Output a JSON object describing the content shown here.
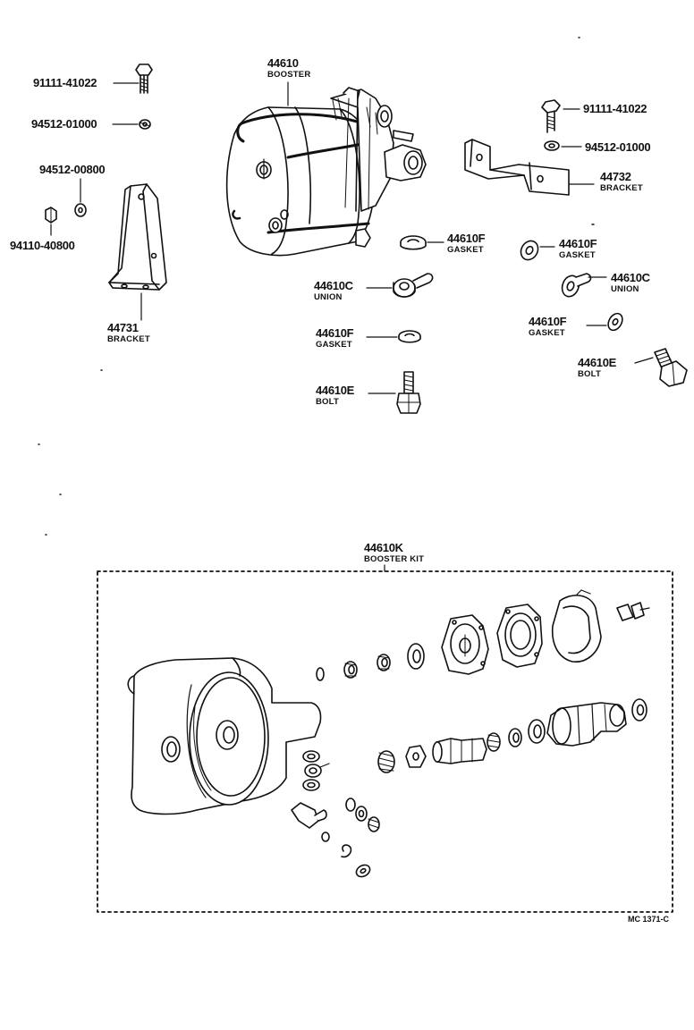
{
  "parts": {
    "booster_no": "44610",
    "booster_name": "BOOSTER",
    "bolt_top_left_no": "91111-41022",
    "washer_top_left_no": "94512-01000",
    "washer_left_no": "94512-00800",
    "nut_left_no": "94110-40800",
    "bracket_left_no": "44731",
    "bracket_left_name": "BRACKET",
    "bolt_top_right_no": "91111-41022",
    "washer_top_right_no": "94512-01000",
    "bracket_right_no": "44732",
    "bracket_right_name": "BRACKET",
    "gasket_mid_upper_no": "44610F",
    "gasket_mid_upper_name": "GASKET",
    "union_mid_no": "44610C",
    "union_mid_name": "UNION",
    "gasket_mid_lower_no": "44610F",
    "gasket_mid_lower_name": "GASKET",
    "bolt_mid_no": "44610E",
    "bolt_mid_name": "BOLT",
    "gasket_right_upper_no": "44610F",
    "gasket_right_upper_name": "GASKET",
    "union_right_no": "44610C",
    "union_right_name": "UNION",
    "gasket_right_lower_no": "44610F",
    "gasket_right_lower_name": "GASKET",
    "bolt_right_no": "44610E",
    "bolt_right_name": "BOLT",
    "kit_no": "44610K",
    "kit_name": "BOOSTER KIT"
  },
  "diagram_code": "MC 1371-C"
}
